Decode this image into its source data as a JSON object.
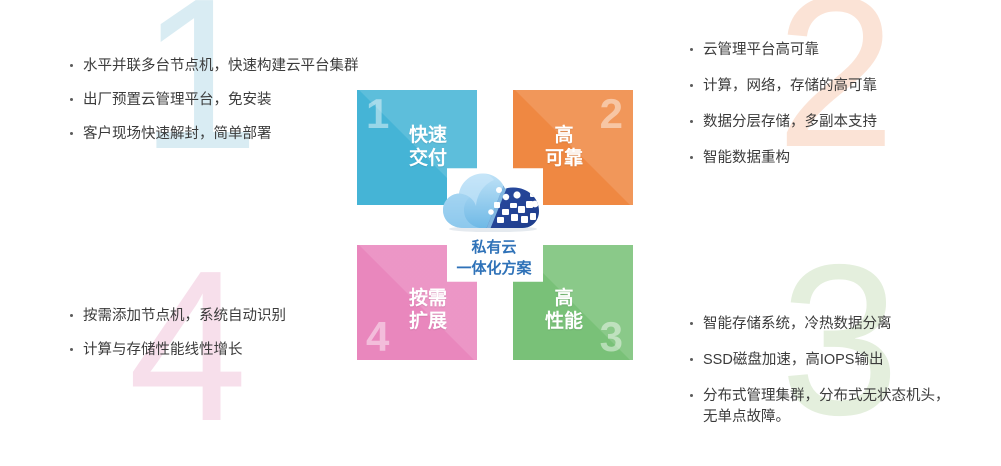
{
  "diagram": {
    "title": "私有云一体化方案",
    "center": {
      "icon": "cloud-icon",
      "line1": "私有云",
      "line2": "一体化方案",
      "text_color": "#2f72b8"
    },
    "tiles": [
      {
        "number": "1",
        "label_line1": "快速",
        "label_line2": "交付",
        "color": "#45b4d6",
        "position": "top-left"
      },
      {
        "number": "2",
        "label_line1": "高",
        "label_line2": "可靠",
        "color": "#ef8842",
        "position": "top-right"
      },
      {
        "number": "3",
        "label_line1": "高",
        "label_line2": "性能",
        "color": "#79c178",
        "position": "bottom-right"
      },
      {
        "number": "4",
        "label_line1": "按需",
        "label_line2": "扩展",
        "color": "#e987bd",
        "position": "bottom-left"
      }
    ],
    "watermarks": [
      {
        "number": "1",
        "color": "#d9ecf3"
      },
      {
        "number": "2",
        "color": "#fbe3d6"
      },
      {
        "number": "3",
        "color": "#e4efdd"
      },
      {
        "number": "4",
        "color": "#f7dfeb"
      }
    ],
    "blocks": {
      "top_left": {
        "bullets": [
          "水平并联多台节点机，快速构建云平台集群",
          "出厂预置云管理平台，免安装",
          "客户现场快速解封，简单部署"
        ]
      },
      "top_right": {
        "bullets": [
          "云管理平台高可靠",
          "计算，网络，存储的高可靠",
          "数据分层存储，多副本支持",
          "智能数据重构"
        ]
      },
      "bottom_right": {
        "bullets": [
          "智能存储系统，冷热数据分离",
          "SSD磁盘加速，高IOPS输出",
          "分布式管理集群，分布式无状态机头，\n无单点故障。"
        ]
      },
      "bottom_left": {
        "bullets": [
          "按需添加节点机，系统自动识别",
          "计算与存储性能线性增长"
        ]
      }
    }
  }
}
